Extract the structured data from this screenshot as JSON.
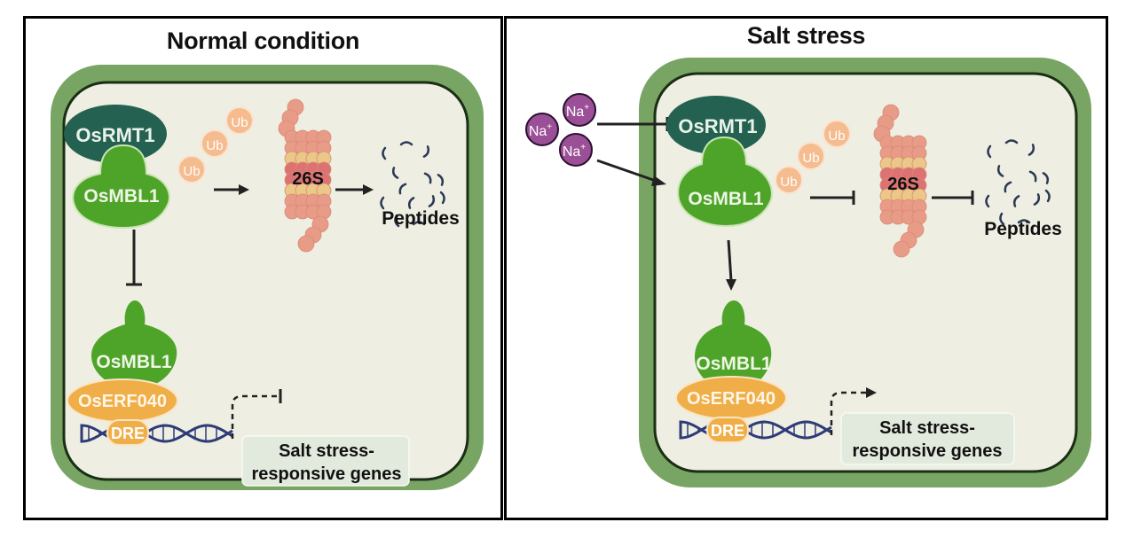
{
  "panels": [
    {
      "title": "Normal condition",
      "repressor": "OsRMT1",
      "target": "OsMBL1",
      "ubiquitin": [
        "Ub",
        "Ub",
        "Ub"
      ],
      "proteasome": "26S",
      "peptides": "Peptides",
      "nuclear_protein": "OsMBL1",
      "tf": "OsERF040",
      "motif": "DRE",
      "genes_line1": "Salt stress-",
      "genes_line2": "responsive genes",
      "degradation_arrows": "activate",
      "nuclear_link": "inhibit",
      "transcription": "inhibited"
    },
    {
      "title": "Salt stress",
      "ions": [
        "Na",
        "Na",
        "Na"
      ],
      "ion_charge": "+",
      "repressor": "OsRMT1",
      "target": "OsMBL1",
      "ubiquitin": [
        "Ub",
        "Ub",
        "Ub"
      ],
      "proteasome": "26S",
      "peptides": "Peptides",
      "nuclear_protein": "OsMBL1",
      "tf": "OsERF040",
      "motif": "DRE",
      "genes_line1": "Salt stress-",
      "genes_line2": "responsive genes",
      "degradation_arrows": "inhibit",
      "nuclear_link": "activate",
      "transcription": "activated"
    }
  ],
  "colors": {
    "cell_wall": "#78a564",
    "cytoplasm": "#eeeee2",
    "osrmt1": "#246150",
    "osmbl1": "#4ea428",
    "ubiquitin": "#f5bc90",
    "proteasome_outer": "#e89b86",
    "proteasome_ring": "#ebc788",
    "proteasome_core": "#dc7272",
    "tf": "#f0ae48",
    "dna": "#2f3b78",
    "sodium": "#9a4f96",
    "gene_box": "#e2e9dd"
  }
}
